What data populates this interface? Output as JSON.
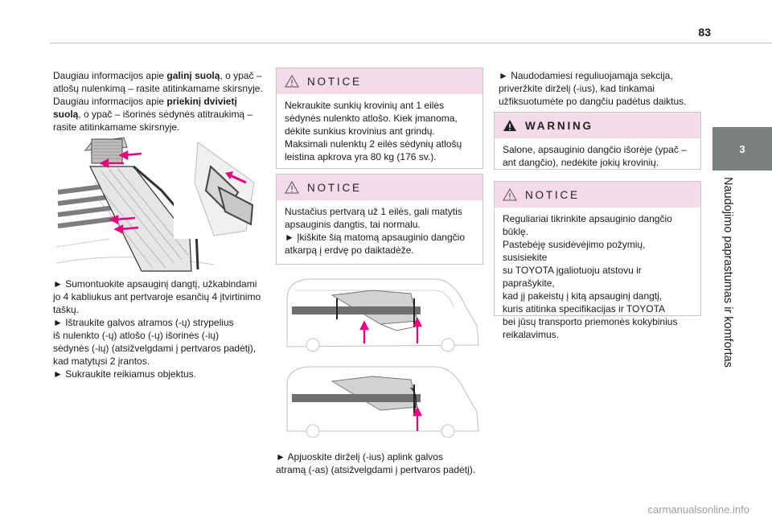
{
  "page": {
    "number": "83"
  },
  "side_tab": {
    "chapter": "3",
    "title": "Naudojimo paprastumas ir komfortas"
  },
  "col1": {
    "intro_lines": [
      [
        {
          "t": "Daugiau informacijos apie "
        },
        {
          "t": "galinį suolą",
          "b": true
        },
        {
          "t": ", o ypač –"
        }
      ],
      [
        {
          "t": "atlošų nulenkimą – rasite atitinkamame skirsnyje."
        }
      ],
      [
        {
          "t": "Daugiau informacijos apie "
        },
        {
          "t": "priekinį dvivietį",
          "b": true
        }
      ],
      [
        {
          "t": "suolą",
          "b": true
        },
        {
          "t": ", o ypač – išorinės sėdynės atitraukimą –"
        }
      ],
      [
        {
          "t": "rasite atitinkamame skirsnyje."
        }
      ]
    ],
    "steps_lines": [
      "► Sumontuokite apsauginį dangtį, užkabindami",
      "jo 4 kabliukus ant pertvaroje esančių 4 įtvirtinimo",
      "taškų.",
      "► Ištraukite galvos atramos (-ų) strypelius",
      "iš nulenkto (-ų) atlošo (-ų) išorinės (-ių)",
      "sėdynės (-ių) (atsižvelgdami į pertvaros padėtį),",
      "kad matytųsi 2 įrantos.",
      "► Sukraukite reikiamus objektus."
    ]
  },
  "col2": {
    "notice1": {
      "title": "NOTICE",
      "lines": [
        "Nekraukite sunkių krovinių ant 1 eilės",
        "sėdynės nulenkto atlošo. Kiek įmanoma,",
        "dėkite sunkius krovinius ant grindų.",
        "Maksimali nulenktų 2 eilės sėdynių atlošų",
        "leistina apkrova yra 80 kg (176 sv.)."
      ]
    },
    "notice2": {
      "title": "NOTICE",
      "lines": [
        "Nustačius pertvarą už 1 eilės, gali matytis",
        "apsauginis dangtis, tai normalu.",
        "► Įkiškite šią matomą apsauginio dangčio",
        "atkarpą į erdvę po daiktadėže."
      ]
    },
    "caption_lines": [
      "► Apjuoskite dirželį (-ius) aplink galvos",
      "atramą (-as) (atsižvelgdami į pertvaros padėtį)."
    ]
  },
  "col3": {
    "intro_lines": [
      "► Naudodamiesi reguliuojamąja sekcija,",
      "priveržkite dirželį (-ius), kad tinkamai",
      "užfiksuotumėte po dangčiu padėtus daiktus."
    ],
    "warning": {
      "title": "WARNING",
      "lines": [
        "Salone, apsauginio dangčio išorėje (ypač –",
        "ant dangčio), nedėkite jokių krovinių."
      ]
    },
    "notice3": {
      "title": "NOTICE",
      "lines": [
        "Reguliariai tikrinkite apsauginio dangčio",
        "būklę.",
        "Pastebėję susidėvėjimo požymių, susisiekite",
        "su TOYOTA įgaliotuoju atstovu ir paprašykite,",
        "kad jį pakeistų į kitą apsauginį dangtį,",
        "kuris atitinka specifikacijas ir TOYOTA",
        "bei jūsų transporto priemonės kokybinius",
        "reikalavimus."
      ]
    }
  },
  "watermark": "carmanualsonline.info",
  "colors": {
    "accent_pink": "#e8007e",
    "notice_band": "#f3dbe7",
    "tab_gray": "#7a7f80"
  }
}
